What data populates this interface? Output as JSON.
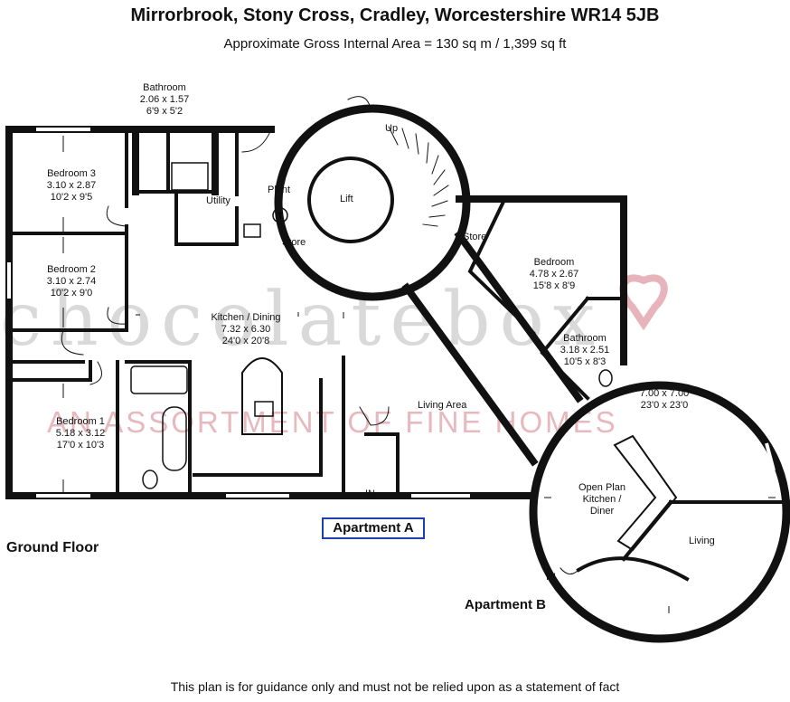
{
  "header": {
    "title": "Mirrorbrook, Stony Cross, Cradley, Worcestershire WR14 5JB",
    "subtitle": "Approximate Gross Internal Area =  130 sq m / 1,399 sq ft"
  },
  "watermark": {
    "brand": "chocolatebox",
    "tagline": "AN ASSORTMENT OF FINE HOMES",
    "brand_color": "#d9d9d9",
    "tagline_color": "#e7b9be",
    "heart_color": "#e8b4bb"
  },
  "rooms": {
    "bathroom_a": {
      "name": "Bathroom",
      "metric": "2.06 x 1.57",
      "imperial": "6'9 x 5'2"
    },
    "bedroom3": {
      "name": "Bedroom 3",
      "metric": "3.10 x 2.87",
      "imperial": "10'2 x 9'5"
    },
    "bedroom2": {
      "name": "Bedroom 2",
      "metric": "3.10 x 2.74",
      "imperial": "10'2 x 9'0"
    },
    "bedroom1": {
      "name": "Bedroom 1",
      "metric": "5.18 x 3.12",
      "imperial": "17'0 x 10'3"
    },
    "kitchen_dining": {
      "name": "Kitchen / Dining",
      "metric": "7.32 x 6.30",
      "imperial": "24'0 x 20'8"
    },
    "living_area": {
      "name": "Living Area"
    },
    "utility": {
      "name": "Utility"
    },
    "plant": {
      "name": "Plant"
    },
    "lift": {
      "name": "Lift"
    },
    "store_a": {
      "name": "Store"
    },
    "store_b": {
      "name": "Store"
    },
    "up": {
      "name": "Up"
    },
    "bedroom_b": {
      "name": "Bedroom",
      "metric": "4.78 x 2.67",
      "imperial": "15'8 x 8'9"
    },
    "bathroom_b": {
      "name": "Bathroom",
      "metric": "3.18 x 2.51",
      "imperial": "10'5 x 8'3"
    },
    "round_room": {
      "metric": "7.00 x 7.00",
      "imperial": "23'0 x 23'0"
    },
    "open_plan": {
      "name": "Open Plan\nKitchen /\nDiner"
    },
    "living": {
      "name": "Living"
    }
  },
  "labels": {
    "floor": "Ground Floor",
    "apartment_a": "Apartment A",
    "apartment_b": "Apartment B",
    "entry_a": "IN",
    "entry_b": "IN",
    "tank_symbol": "T",
    "disclaimer": "This plan is for guidance only and must not be relied upon as a statement of fact"
  },
  "colors": {
    "wall": "#111111",
    "window": "#ffffff",
    "highlight_box": "#1f3fb0"
  }
}
